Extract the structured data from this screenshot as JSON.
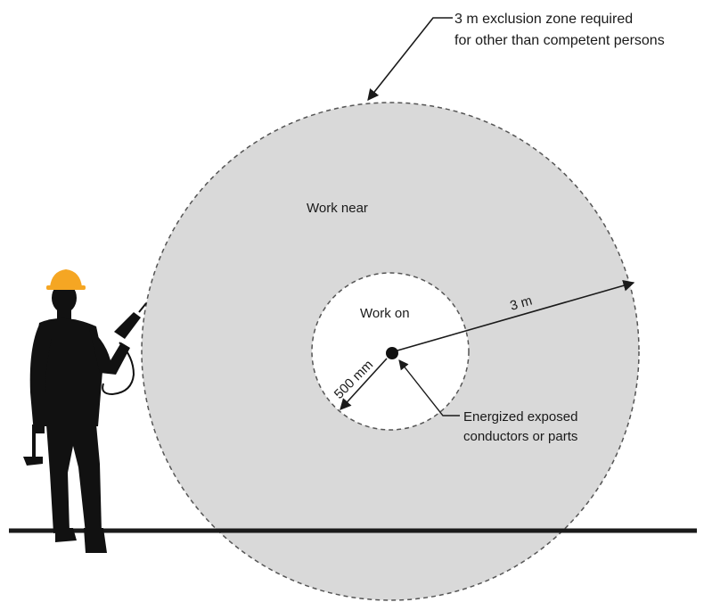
{
  "callout": {
    "line1": "3 m exclusion zone required",
    "line2": "for other than competent persons"
  },
  "zones": {
    "outer_label": "Work near",
    "inner_label": "Work on"
  },
  "dimensions": {
    "outer_radius": "3 m",
    "inner_radius": "500 mm"
  },
  "source": {
    "line1": "Energized exposed",
    "line2": "conductors or parts"
  },
  "colors": {
    "zone_fill": "#d9d9d9",
    "inner_fill": "#ffffff",
    "hard_hat": "#f5a623",
    "silhouette": "#111111",
    "ground": "#1a1a1a"
  },
  "icons": {
    "worker": "worker-silhouette-icon",
    "hard_hat": "hard-hat-icon",
    "drill": "power-drill-icon",
    "hammer": "hammer-icon"
  }
}
